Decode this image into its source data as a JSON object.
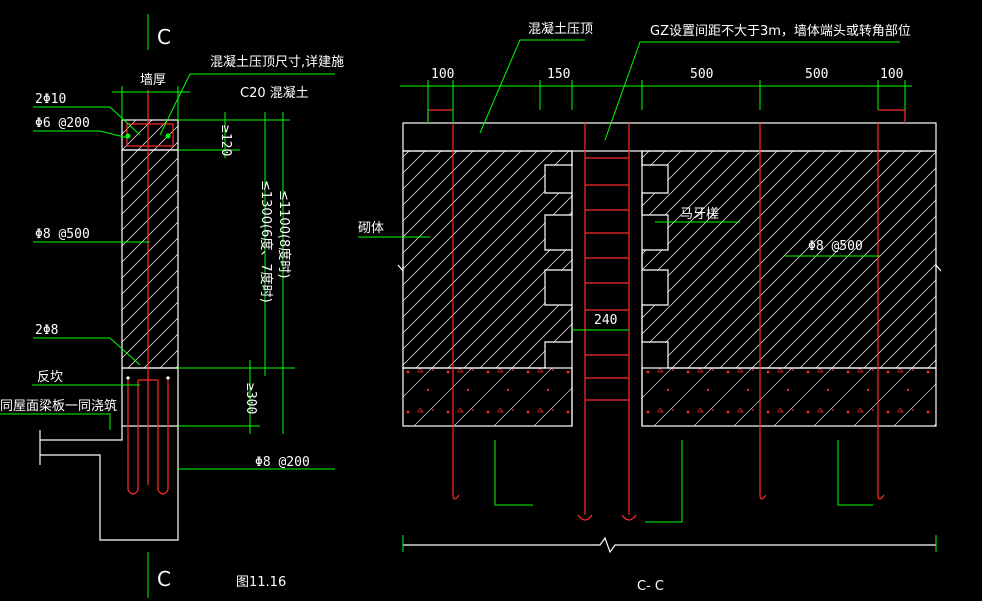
{
  "left_detail": {
    "section_mark_top": "C",
    "section_mark_bottom": "C",
    "wall_thickness_label": "墙厚",
    "cap_note": "混凝土压顶尺寸,详建施",
    "concrete_grade": "C20 混凝土",
    "top_bars": "2Φ10",
    "stirrups": "Φ6 @200",
    "vertical_bars": "Φ8 @500",
    "bottom_bars": "2Φ8",
    "flip_label": "反坎",
    "slab_note": "同屋面梁板一同浇筑",
    "dowel_bars": "Φ8 @200",
    "dim_cap": "≥120",
    "dim_height_1": "≤1300(6度、7度时)",
    "dim_height_2": "≤1100(8度时)",
    "dim_curb": "≥300",
    "figure_no": "图11.16"
  },
  "right_detail": {
    "cap_label": "混凝土压顶",
    "gz_note": "GZ设置间距不大于3m，墙体端头或转角部位",
    "dims_top": [
      "100",
      "150",
      "500",
      "500",
      "100"
    ],
    "wall_label": "砌体",
    "toothing_label": "马牙槎",
    "bar_label": "Φ8 @500",
    "column_width": "240",
    "section_title": "C- C"
  },
  "colors": {
    "background": "#000000",
    "dimension": "#00ff00",
    "outline": "#ffffff",
    "rebar": "#ff2a2a",
    "text": "#ffffff"
  }
}
